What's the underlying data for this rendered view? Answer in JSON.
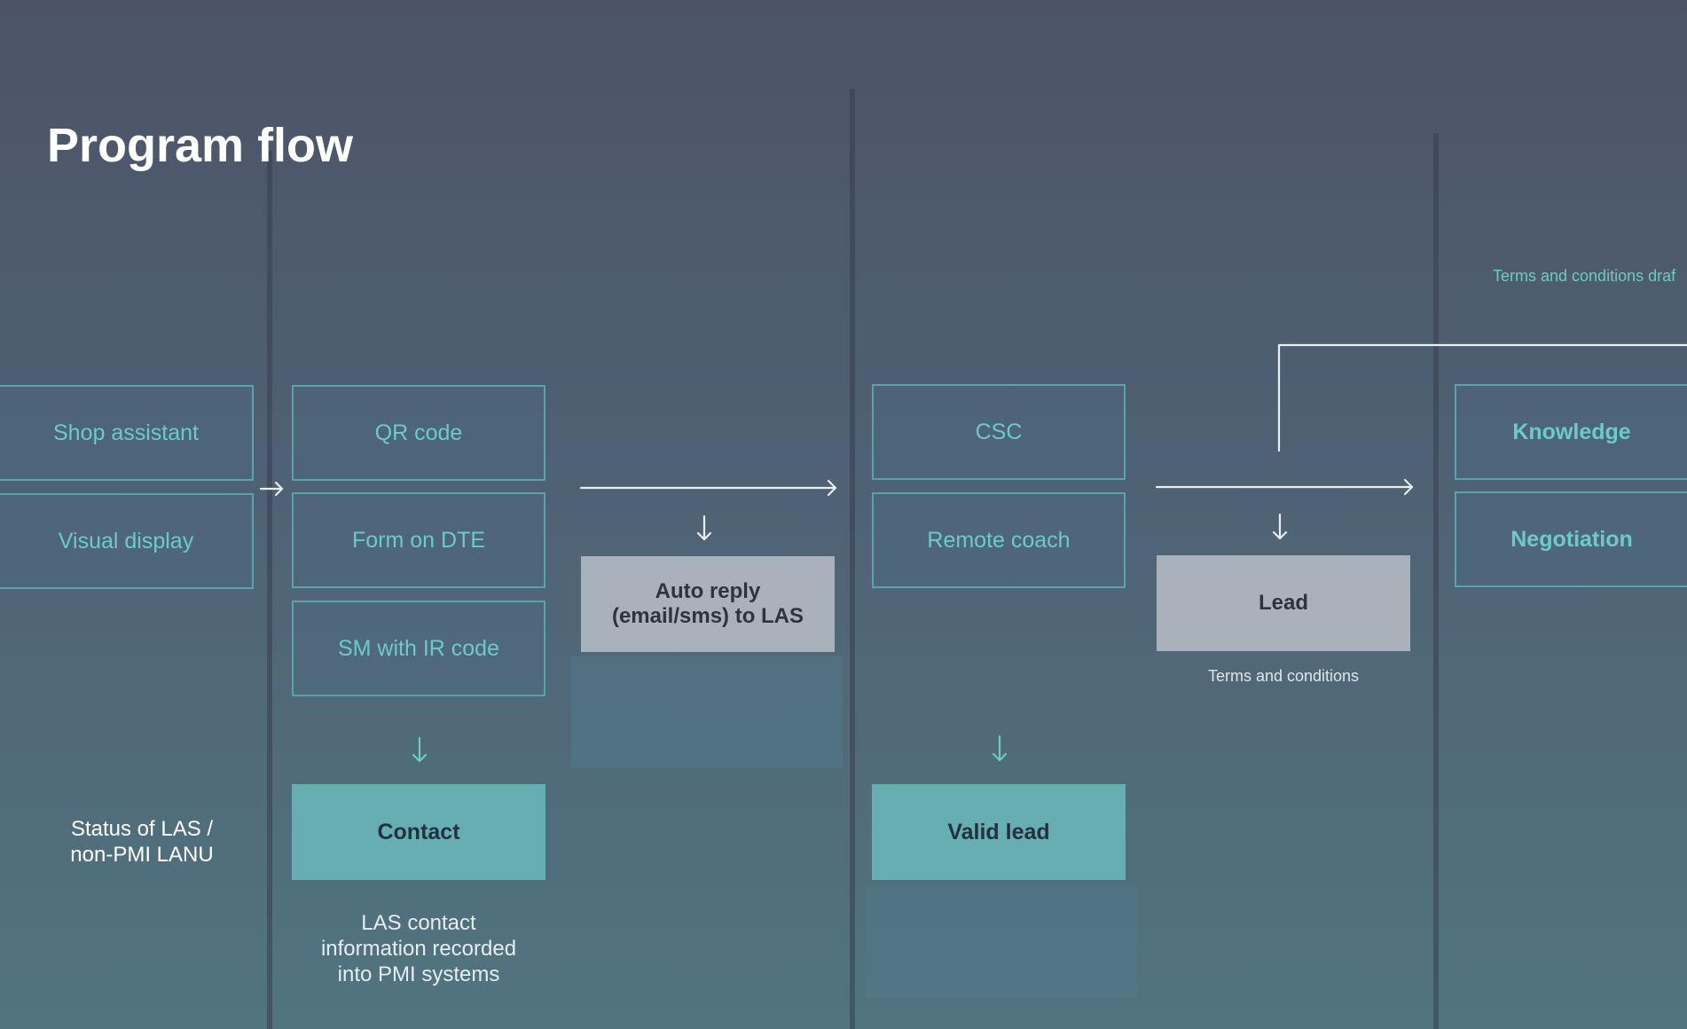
{
  "title": "Program flow",
  "columns": {
    "source": {
      "boxes": [
        "Shop assistant",
        "Visual display"
      ],
      "status_label": "Status of LAS /\nnon-PMI LANU"
    },
    "channel": {
      "boxes": [
        "QR code",
        "Form on DTE",
        "SM with IR code"
      ],
      "result": "Contact",
      "result_note": "LAS contact\ninformation recorded\ninto PMI systems"
    },
    "auto": {
      "result": "Auto reply\n(email/sms) to LAS"
    },
    "qualify": {
      "boxes": [
        "CSC",
        "Remote coach"
      ],
      "result": "Valid lead"
    },
    "lead": {
      "result": "Lead",
      "result_note": "Terms and conditions"
    },
    "training": {
      "boxes": [
        "Knowledge",
        "Negotiation"
      ],
      "top_note": "Terms and conditions draf"
    }
  },
  "colors": {
    "accent_teal": "#66aeb1",
    "teal_text": "#6ccbc4",
    "gray_box": "#a9b2ba",
    "background_top": "#4c5367",
    "background_bottom": "#517480"
  },
  "icons": [
    "arrow-right-icon",
    "arrow-down-icon"
  ]
}
